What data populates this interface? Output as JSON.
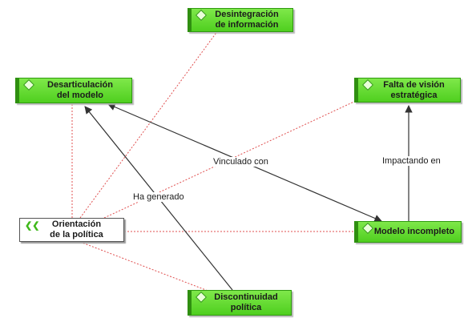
{
  "nodes": {
    "desintegracion": {
      "label": "Desintegración\nde información",
      "color": "#5cd62a"
    },
    "desarticulacion": {
      "label": "Desarticulación\ndel modelo",
      "color": "#5cd62a"
    },
    "falta_vision": {
      "label": "Falta de visión\nestratégica",
      "color": "#5cd62a"
    },
    "orientacion": {
      "label": "Orientación\nde la política",
      "color": "#ffffff"
    },
    "modelo_incompleto": {
      "label": "Modelo incompleto",
      "color": "#5cd62a"
    },
    "discontinuidad": {
      "label": "Discontinuidad\npolítica",
      "color": "#5cd62a"
    }
  },
  "edges": {
    "vinculado_con": "Vinculado con",
    "ha_generado": "Ha generado",
    "impactando_en": "Impactando en"
  },
  "colors": {
    "dotted_link": "#e05050",
    "arrow": "#333333"
  }
}
